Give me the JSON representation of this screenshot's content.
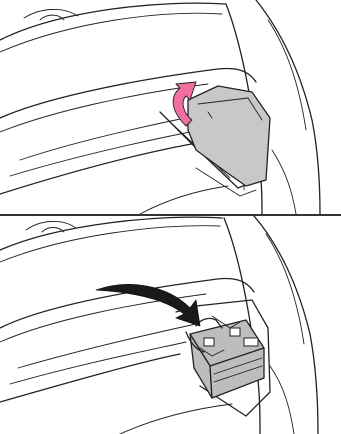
{
  "figure": {
    "panels": [
      {
        "id": "top",
        "depicts": "trunk-floor-cover-lifted",
        "arrow_color": "#f06fa0",
        "cover_color": "#c8c8c8"
      },
      {
        "id": "bottom",
        "depicts": "battery-in-trunk",
        "arrow_color": "#1a1a1a",
        "battery_color": "#bdbdbd"
      }
    ],
    "icons": [
      "curved-lift-arrow-icon",
      "pointer-arrow-icon"
    ]
  }
}
